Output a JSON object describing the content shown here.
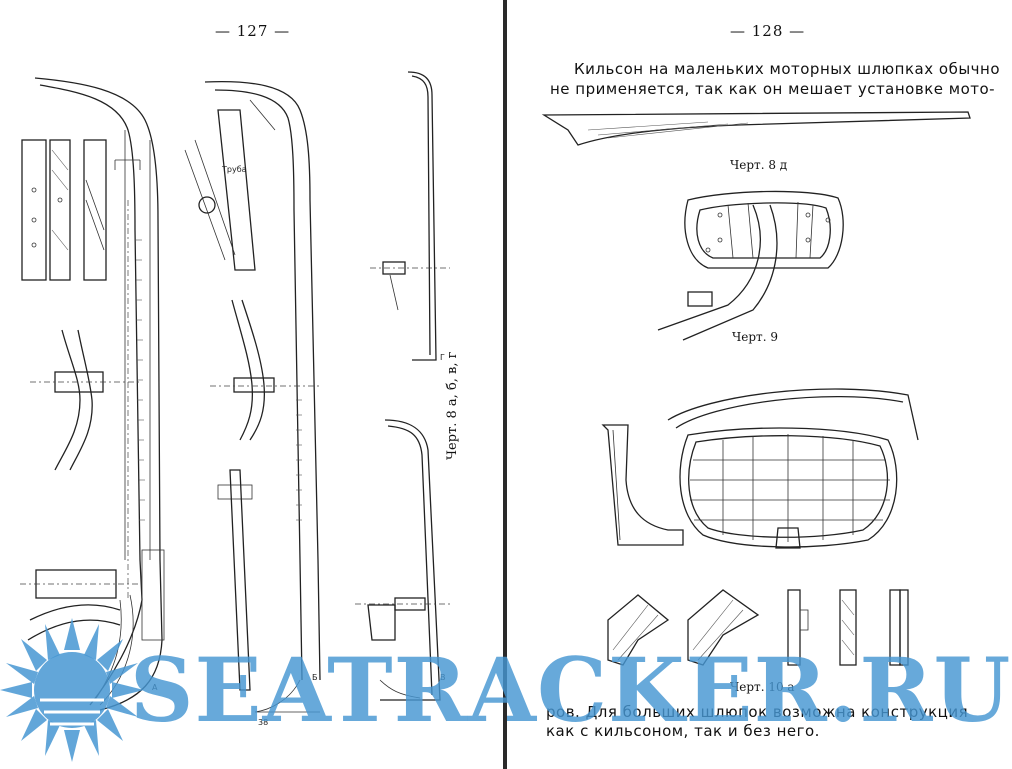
{
  "left_page": {
    "page_number": "— 127 —",
    "caption": "Черт. 8 а, б, в, г",
    "labels": {
      "a": "А",
      "b": "Б",
      "v": "В",
      "g": "Г",
      "page_mark": "38",
      "truba": "Труба"
    }
  },
  "right_page": {
    "page_number": "— 128 —",
    "text_line_1": "Кильсон на маленьких моторных шлюпках обычно",
    "text_line_2": "не применяется, так как он мешает установке мото-",
    "caption_8d": "Черт. 8 д",
    "caption_9": "Черт. 9",
    "caption_10a": "Черт. 10 а",
    "text_line_3": "ров. Для больших шлюпок возможна конструкция",
    "text_line_4": "как с кильсоном, так и без него."
  },
  "watermark": {
    "text": "SEATRACKER.RU",
    "color": "#4696d2"
  }
}
